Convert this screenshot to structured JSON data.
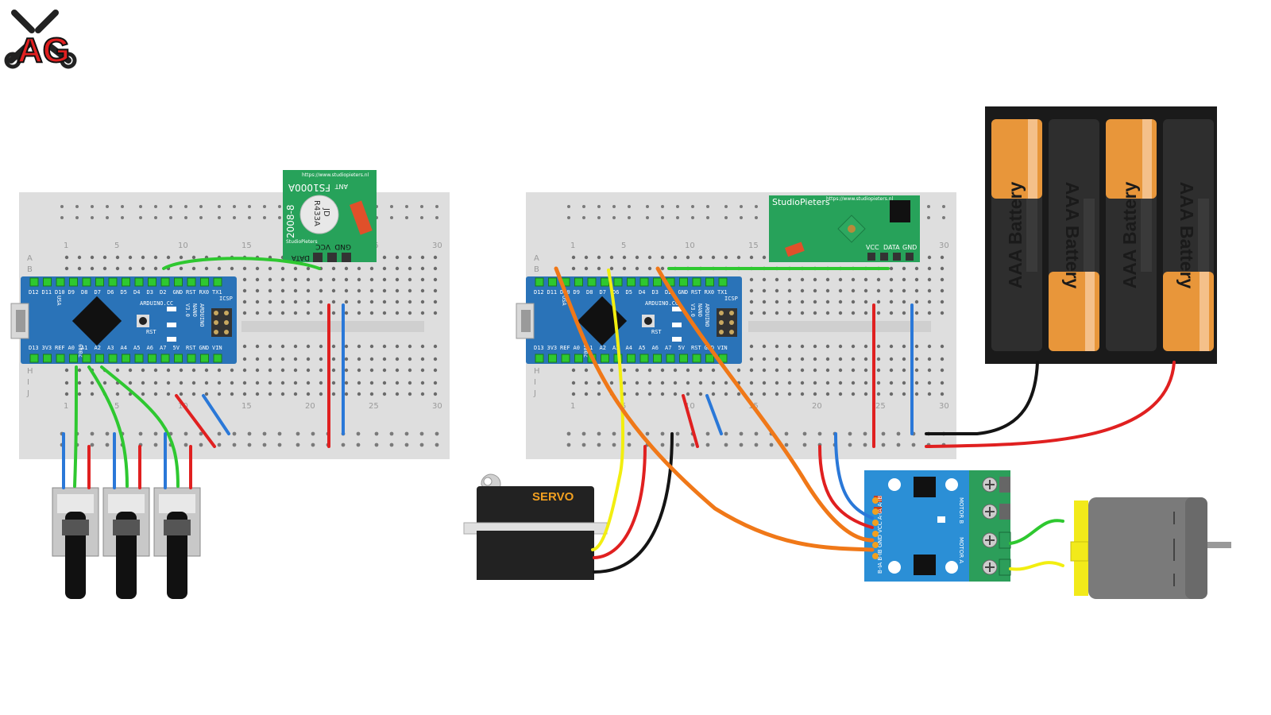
{
  "logo": {
    "text": "AG"
  },
  "breadboard": {
    "col_labels": [
      "1",
      "5",
      "10",
      "15",
      "20",
      "25",
      "30"
    ],
    "row_labels_top": [
      "A",
      "B"
    ],
    "row_labels_bottom": [
      "H",
      "I",
      "J"
    ]
  },
  "arduino": {
    "maker": "ARDUINO.CC",
    "model_lines": [
      "ARDUINO",
      "NANO",
      "V3.0"
    ],
    "year": "2009",
    "usa": "USA",
    "icsp": "ICSP",
    "rst": "RST",
    "top_pins": [
      "D12",
      "D11",
      "D10",
      "D9",
      "D8",
      "D7",
      "D6",
      "D5",
      "D4",
      "D3",
      "D2",
      "GND",
      "RST",
      "RX0",
      "TX1"
    ],
    "bottom_pins": [
      "D13",
      "3V3",
      "REF",
      "A0",
      "A1",
      "A2",
      "A3",
      "A4",
      "A5",
      "A6",
      "A7",
      "5V",
      "RST",
      "GND",
      "VIN"
    ]
  },
  "rf_transmitter": {
    "url": "https://www.studiopieters.nl",
    "model": "FS1000A",
    "code": "2008-8",
    "chip_lines": [
      "JD",
      "R433A"
    ],
    "ant": "ANT",
    "brand": "StudioPieters",
    "pins": [
      "DATA",
      "VCC",
      "GND"
    ]
  },
  "rf_receiver": {
    "brand": "StudioPieters",
    "url": "https://www.studiopieters.nl",
    "pins": [
      "VCC",
      "DATA",
      "GND"
    ]
  },
  "servo": {
    "label": "SERVO"
  },
  "motor_driver": {
    "pins_label": "B-IA B-IB GND VCC A-IA A-IB",
    "motor_b": "MOTOR B",
    "motor_a": "MOTOR A"
  },
  "battery": {
    "label": "AAA Battery",
    "count": 4
  },
  "colors": {
    "arduino_blue": "#2a73b8",
    "pcb_green": "#27a25a",
    "wire_green": "#2ec830",
    "wire_red": "#e02020",
    "wire_blue": "#2a78d8",
    "wire_orange": "#f07818",
    "wire_yellow": "#f2ee10",
    "wire_black": "#141414",
    "driver_blue": "#2b8fd6",
    "terminal_green": "#2c9e5a",
    "motor_yellow": "#f2ea1a"
  }
}
